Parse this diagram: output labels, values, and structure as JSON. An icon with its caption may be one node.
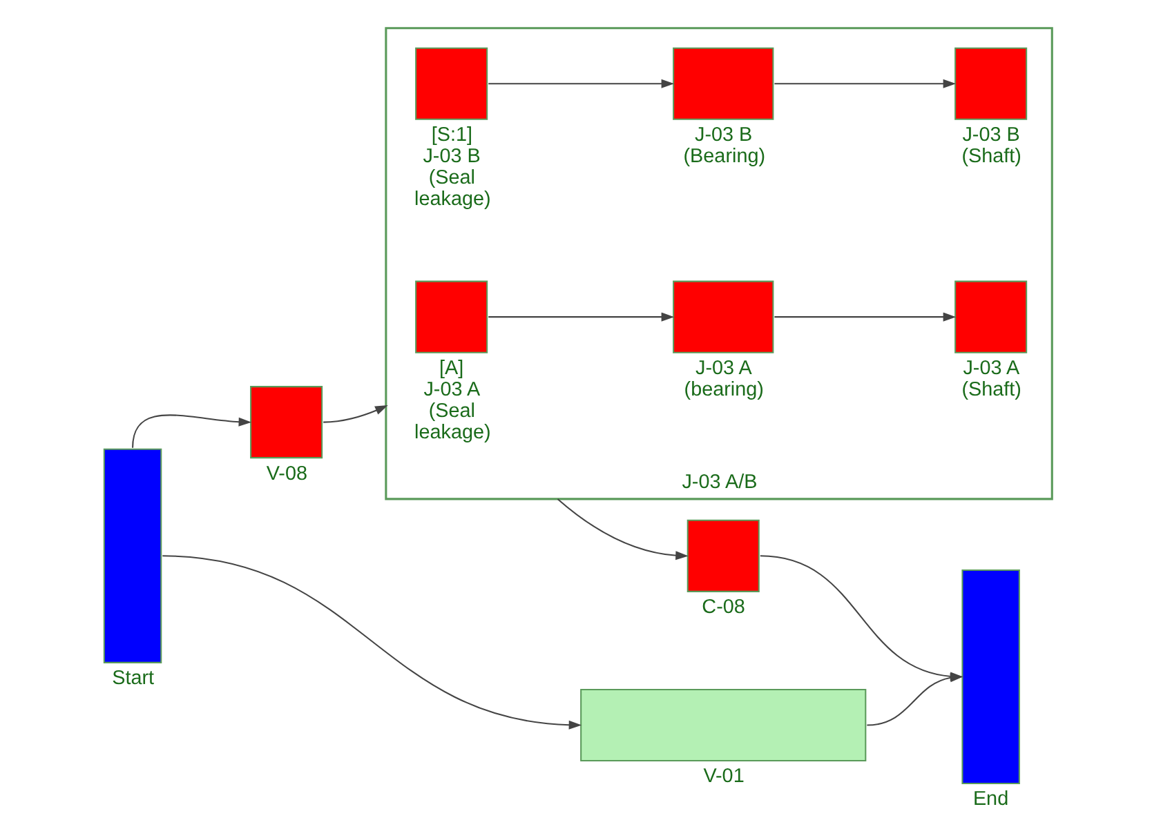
{
  "diagram": {
    "nodes": [
      {
        "text": [
          "Start"
        ]
      },
      {
        "text": [
          "V-01"
        ]
      },
      {
        "text": [
          "V-08"
        ]
      },
      {
        "text": [
          "J-03 A/B"
        ]
      },
      {
        "text": [
          "[A]",
          "J-03 A (Seal leakage)"
        ],
        "in": 3
      },
      {
        "text": [
          "J-03 A (bearing)"
        ],
        "in": 3
      },
      {
        "text": [
          "J-03 A (Shaft)"
        ],
        "in": 3
      },
      {
        "text": [
          "[S:1]",
          "J-03 B (Seal leakage)"
        ],
        "in": 3
      },
      {
        "text": [
          "J-03 B (Bearing)"
        ],
        "in": 3
      },
      {
        "text": [
          "J-03 B (Shaft)"
        ],
        "in": 3
      },
      {
        "text": [
          "C-08"
        ]
      },
      {
        "text": [
          "End"
        ]
      }
    ],
    "edges": [
      {
        "from": 0,
        "to": 1,
        "arrow": "to"
      },
      {
        "from": 0,
        "to": 2,
        "arrow": "to"
      },
      {
        "from": 1,
        "to": 11,
        "arrow": "to"
      },
      {
        "from": 2,
        "to": 3,
        "arrow": "to"
      },
      {
        "from": 4,
        "to": 5,
        "arrow": "to"
      },
      {
        "from": 5,
        "to": 6,
        "arrow": "to"
      },
      {
        "from": 7,
        "to": 8,
        "arrow": "to"
      },
      {
        "from": 8,
        "to": 9,
        "arrow": "to"
      },
      {
        "from": 3,
        "to": 10,
        "arrow": "to"
      },
      {
        "from": 10,
        "to": 11,
        "arrow": "to"
      }
    ]
  }
}
